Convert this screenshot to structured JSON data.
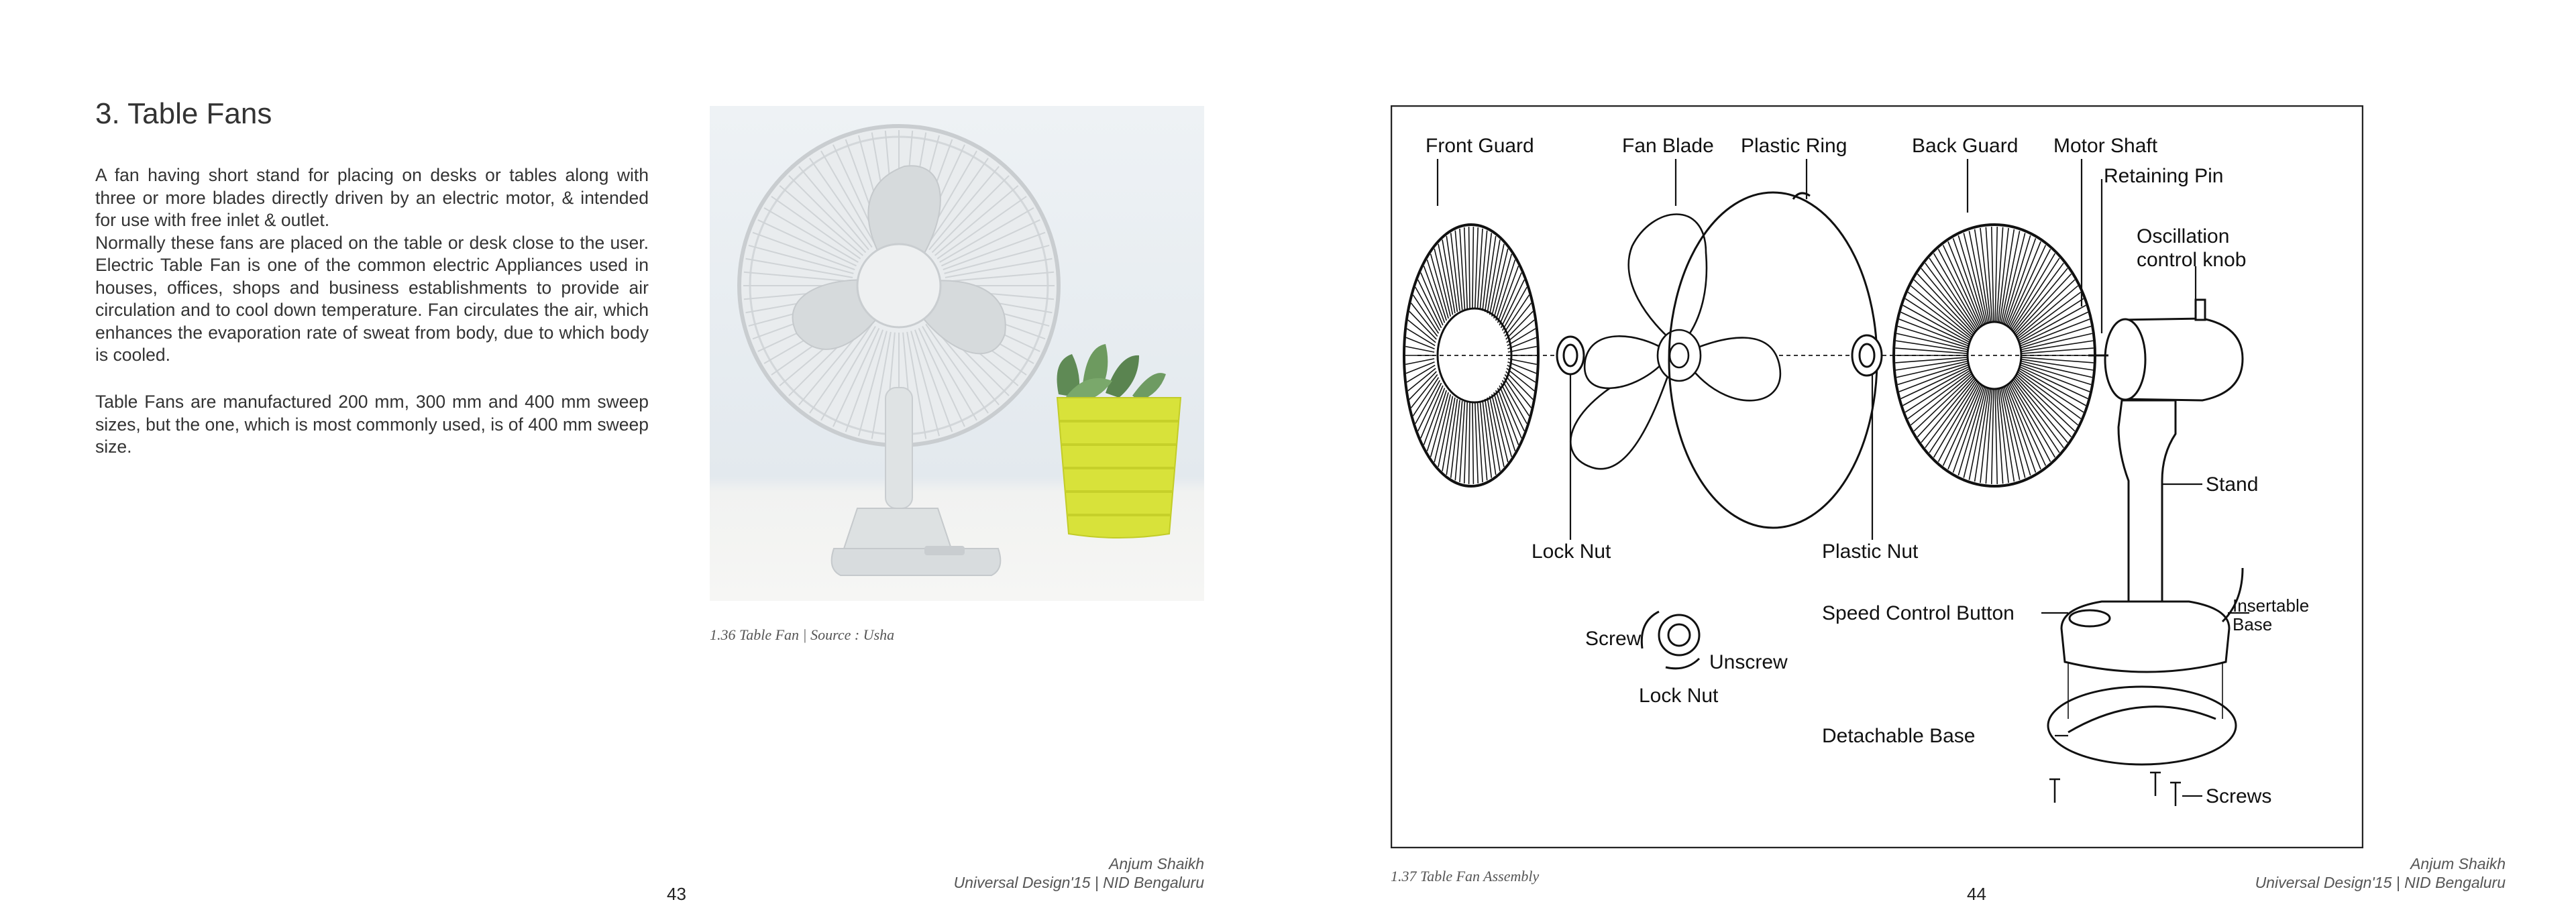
{
  "left_page": {
    "title": "3. Table Fans",
    "paragraph1": "A fan having short stand for placing on desks or tables along with three or more blades directly driven by an electric motor, & intended for use with free inlet & outlet.",
    "paragraph1b": "Normally these fans are placed on the table or desk close to the user. Electric Table Fan is one of the common electric Appliances used in houses, offices, shops and business establishments to provide air circulation and to cool down temperature. Fan circulates the air, which enhances the evaporation rate of sweat from body, due to which body is cooled.",
    "paragraph2": "Table Fans are manufactured 200 mm, 300 mm and 400 mm sweep sizes, but the one, which is most commonly used, is of 400 mm sweep size.",
    "photo_caption": "1.36  Table Fan  |  Source : Usha",
    "footer_author": "Anjum Shaikh",
    "footer_course": "Universal Design'15 | NID Bengaluru",
    "page_number": "43"
  },
  "right_page": {
    "diagram_labels": {
      "front_guard": "Front Guard",
      "fan_blade": "Fan Blade",
      "plastic_ring": "Plastic Ring",
      "back_guard": "Back Guard",
      "motor_shaft": "Motor Shaft",
      "retaining_pin": "Retaining Pin",
      "oscillation_1": "Oscillation",
      "oscillation_2": "control knob",
      "stand": "Stand",
      "lock_nut": "Lock Nut",
      "plastic_nut": "Plastic Nut",
      "speed_control": "Speed Control Button",
      "insertable_1": "Insertable",
      "insertable_2": "Base",
      "screw": "Screw",
      "unscrew": "Unscrew",
      "lock_nut_2": "Lock Nut",
      "detachable_base": "Detachable Base",
      "screws": "Screws"
    },
    "diagram_caption": "1.37 Table Fan Assembly",
    "footer_author": "Anjum Shaikh",
    "footer_course": "Universal Design'15 | NID Bengaluru",
    "page_number": "44"
  },
  "colors": {
    "plant_pot": "#d8e23a",
    "photo_bg": "#e6ecf1",
    "fan_body": "#dfe3e4"
  }
}
